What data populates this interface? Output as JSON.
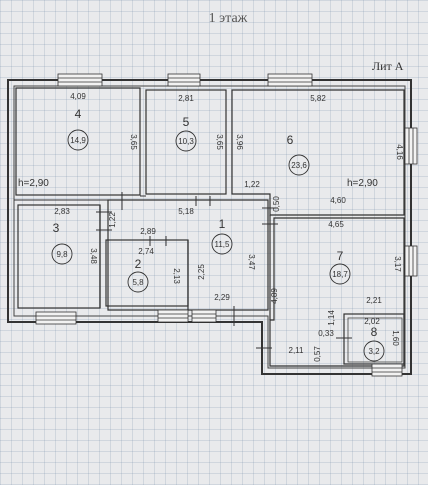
{
  "title": "1 этаж",
  "lit": "Лит А",
  "rooms": [
    {
      "number": "1",
      "area": "11,5"
    },
    {
      "number": "2",
      "area": "5,8"
    },
    {
      "number": "3",
      "area": "9,8"
    },
    {
      "number": "4",
      "area": "14,9"
    },
    {
      "number": "5",
      "area": "10,3"
    },
    {
      "number": "6",
      "area": "23,6"
    },
    {
      "number": "7",
      "area": "18,7"
    },
    {
      "number": "8",
      "area": "3,2"
    }
  ],
  "heights": {
    "room4": "h=2,90",
    "room6": "h=2,90"
  },
  "dims": {
    "r4_width": "4,09",
    "r4_height": "3,65",
    "r5_width": "2,81",
    "r5_height": "3,65",
    "r6_width": "5,82",
    "r6_left": "3,96",
    "r6_right": "4,16",
    "r6_bottom": "4,60",
    "r6_step": "1,22",
    "r1_top": "5,18",
    "r1_right": "3,47",
    "r1_left": "1,22",
    "r1_bottom": "2,29",
    "r1_inner": "2,25",
    "r3_width": "2,83",
    "r3_height": "3,48",
    "r2_top_outer": "2,89",
    "r2_width": "2,74",
    "r2_height": "2,13",
    "wall": "0,50",
    "r7_top": "4,65",
    "r7_right": "3,17",
    "r7_left": "4,89",
    "r7_a": "2,21",
    "r7_b": "1,14",
    "r7_c": "0,33",
    "r7_d": "2,11",
    "r7_e": "0,57",
    "r8_width": "2,02",
    "r8_height": "1,60"
  }
}
